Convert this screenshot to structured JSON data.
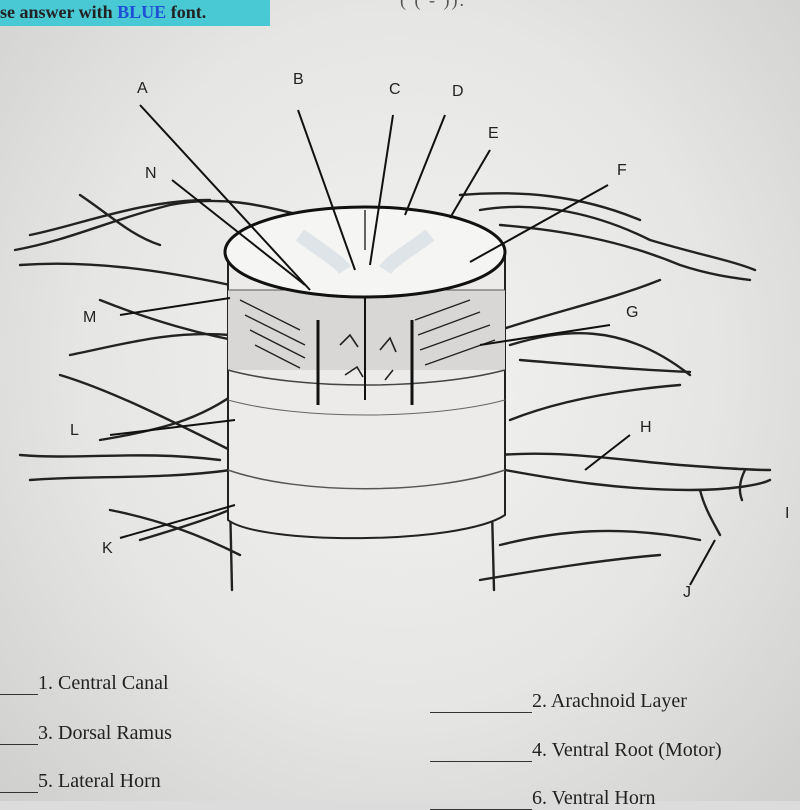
{
  "header": {
    "instruction_prefix": "se answer with ",
    "instruction_highlight": "BLUE",
    "instruction_suffix": " font.",
    "cut_text": "(  ( -  ))."
  },
  "diagram": {
    "labels": {
      "A": "A",
      "B": "B",
      "C": "C",
      "D": "D",
      "E": "E",
      "F": "F",
      "G": "G",
      "H": "H",
      "I": "I",
      "J": "J",
      "K": "K",
      "L": "L",
      "M": "M",
      "N": "N"
    }
  },
  "questions": [
    {
      "text": "1. Central Canal"
    },
    {
      "text": "2. Arachnoid Layer"
    },
    {
      "text": "3. Dorsal Ramus"
    },
    {
      "text": "4. Ventral Root (Motor)"
    },
    {
      "text": "5. Lateral Horn"
    },
    {
      "text": "6. Ventral Horn"
    }
  ]
}
